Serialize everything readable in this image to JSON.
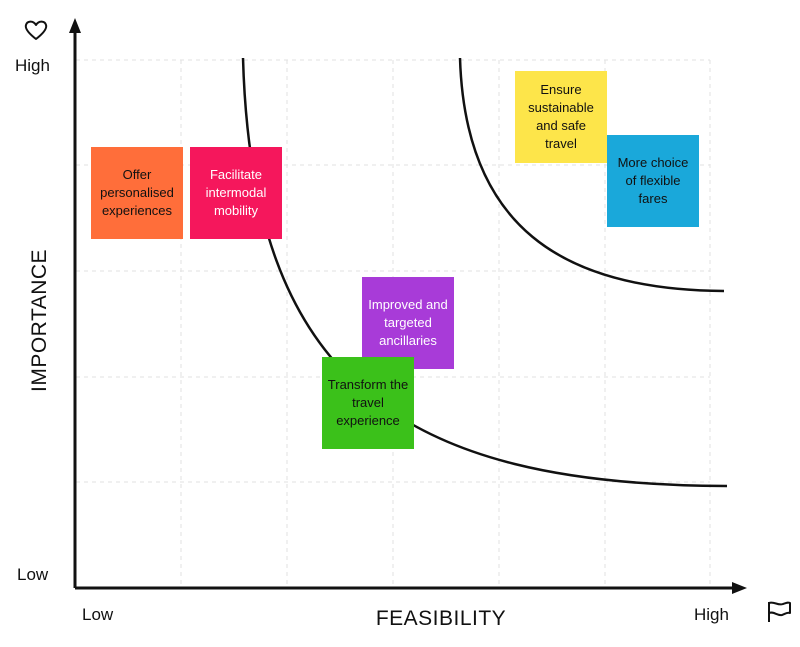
{
  "y_axis": {
    "title": "IMPORTANCE",
    "high_label": "High",
    "low_label": "Low",
    "icon": "heart-icon"
  },
  "x_axis": {
    "title": "FEASIBILITY",
    "low_label": "Low",
    "high_label": "High",
    "icon": "flag-icon"
  },
  "notes": [
    {
      "text": "Offer personalised experiences",
      "color": "#FF6E3A",
      "text_color": "dark"
    },
    {
      "text": "Facilitate intermodal mobility",
      "color": "#F5175C",
      "text_color": "light"
    },
    {
      "text": "Ensure sustainable and safe travel",
      "color": "#FDE54A",
      "text_color": "dark"
    },
    {
      "text": "More choice of flexible fares",
      "color": "#1AA8DA",
      "text_color": "dark"
    },
    {
      "text": "Improved and targeted ancillaries",
      "color": "#A83BD8",
      "text_color": "light"
    },
    {
      "text": "Transform the travel experience",
      "color": "#3BC11A",
      "text_color": "dark"
    }
  ],
  "colors": {
    "axis": "#111111",
    "grid": "#e2e2e2",
    "curve": "#111111"
  }
}
